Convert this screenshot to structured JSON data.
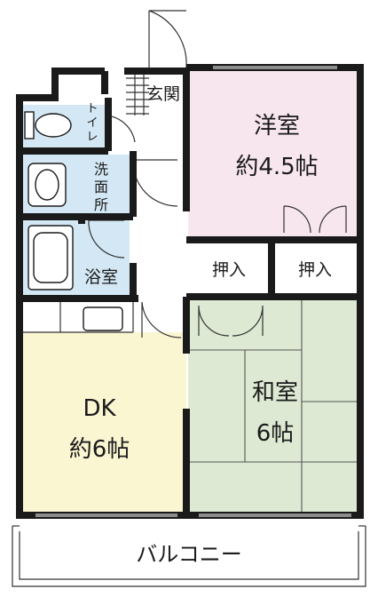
{
  "rooms": {
    "western": {
      "name": "洋室",
      "size": "約4.5帖"
    },
    "japanese": {
      "name": "和室",
      "size": "6帖"
    },
    "dk": {
      "name": "DK",
      "size": "約6帖"
    },
    "closet_left": {
      "name": "押入"
    },
    "closet_right": {
      "name": "押入"
    },
    "genkan": {
      "name": "玄関"
    },
    "toilet": {
      "name": "トイレ"
    },
    "washroom": {
      "name": "洗面所"
    },
    "bath": {
      "name": "浴室"
    },
    "balcony": {
      "name": "バルコニー"
    }
  },
  "colors": {
    "western": "#f7e6ee",
    "japanese": "#dde9d3",
    "dk": "#fbf6d2",
    "wet": "#d3e8f4",
    "wall": "#1a1a1a"
  }
}
